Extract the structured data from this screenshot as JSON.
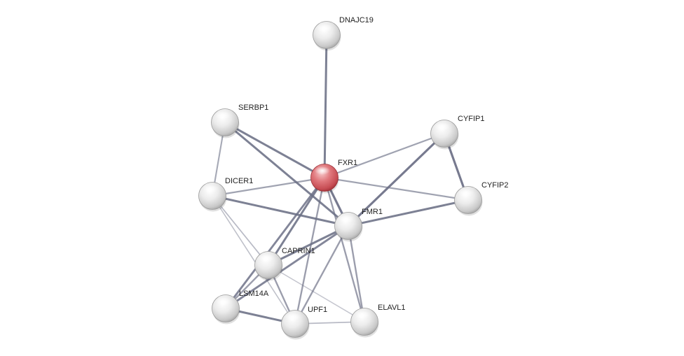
{
  "network": {
    "colors": {
      "edge": "#6b6f85",
      "node_default": "#e6e6e6",
      "node_query": "#d9646a"
    },
    "nodes": [
      {
        "id": "DNAJC19",
        "label": "DNAJC19",
        "type": "default"
      },
      {
        "id": "SERBP1",
        "label": "SERBP1",
        "type": "default"
      },
      {
        "id": "CYFIP1",
        "label": "CYFIP1",
        "type": "default"
      },
      {
        "id": "FXR1",
        "label": "FXR1",
        "type": "query"
      },
      {
        "id": "DICER1",
        "label": "DICER1",
        "type": "default"
      },
      {
        "id": "CYFIP2",
        "label": "CYFIP2",
        "type": "default"
      },
      {
        "id": "FMR1",
        "label": "FMR1",
        "type": "default"
      },
      {
        "id": "CAPRIN1",
        "label": "CAPRIN1",
        "type": "default"
      },
      {
        "id": "LSM14A",
        "label": "LSM14A",
        "type": "default"
      },
      {
        "id": "UPF1",
        "label": "UPF1",
        "type": "default"
      },
      {
        "id": "ELAVL1",
        "label": "ELAVL1",
        "type": "default"
      }
    ],
    "edges": [
      {
        "source": "FXR1",
        "target": "DNAJC19",
        "strength": 0.85
      },
      {
        "source": "FXR1",
        "target": "SERBP1",
        "strength": 0.85
      },
      {
        "source": "FXR1",
        "target": "CYFIP1",
        "strength": 0.55
      },
      {
        "source": "FXR1",
        "target": "DICER1",
        "strength": 0.55
      },
      {
        "source": "FXR1",
        "target": "CYFIP2",
        "strength": 0.55
      },
      {
        "source": "FXR1",
        "target": "FMR1",
        "strength": 0.9
      },
      {
        "source": "FXR1",
        "target": "CAPRIN1",
        "strength": 0.85
      },
      {
        "source": "FXR1",
        "target": "LSM14A",
        "strength": 0.8
      },
      {
        "source": "FXR1",
        "target": "UPF1",
        "strength": 0.6
      },
      {
        "source": "FXR1",
        "target": "ELAVL1",
        "strength": 0.6
      },
      {
        "source": "SERBP1",
        "target": "DICER1",
        "strength": 0.5
      },
      {
        "source": "SERBP1",
        "target": "FMR1",
        "strength": 0.85
      },
      {
        "source": "CYFIP1",
        "target": "CYFIP2",
        "strength": 0.9
      },
      {
        "source": "CYFIP1",
        "target": "FMR1",
        "strength": 0.9
      },
      {
        "source": "CYFIP2",
        "target": "FMR1",
        "strength": 0.85
      },
      {
        "source": "DICER1",
        "target": "FMR1",
        "strength": 0.85
      },
      {
        "source": "DICER1",
        "target": "CAPRIN1",
        "strength": 0.35
      },
      {
        "source": "DICER1",
        "target": "UPF1",
        "strength": 0.3
      },
      {
        "source": "FMR1",
        "target": "CAPRIN1",
        "strength": 0.85
      },
      {
        "source": "FMR1",
        "target": "LSM14A",
        "strength": 0.8
      },
      {
        "source": "FMR1",
        "target": "UPF1",
        "strength": 0.6
      },
      {
        "source": "FMR1",
        "target": "ELAVL1",
        "strength": 0.6
      },
      {
        "source": "CAPRIN1",
        "target": "LSM14A",
        "strength": 0.6
      },
      {
        "source": "CAPRIN1",
        "target": "UPF1",
        "strength": 0.6
      },
      {
        "source": "CAPRIN1",
        "target": "ELAVL1",
        "strength": 0.25
      },
      {
        "source": "LSM14A",
        "target": "UPF1",
        "strength": 0.85
      },
      {
        "source": "UPF1",
        "target": "ELAVL1",
        "strength": 0.35
      }
    ]
  }
}
